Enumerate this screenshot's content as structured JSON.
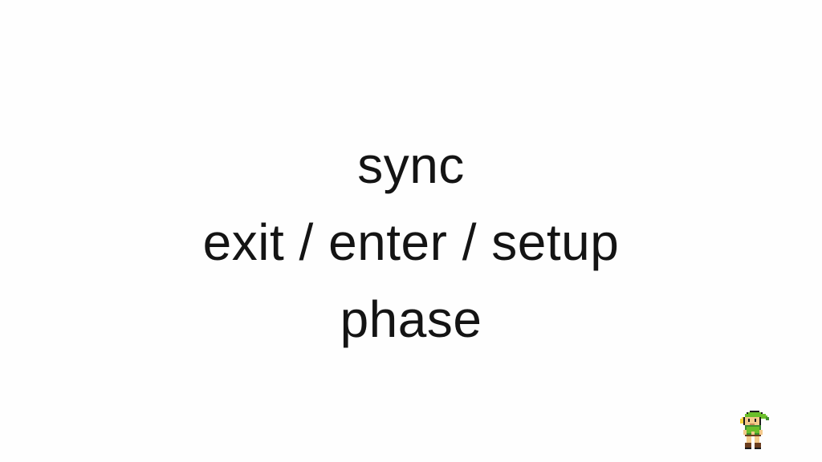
{
  "slide": {
    "lines": [
      "sync",
      "exit / enter / setup",
      "phase"
    ]
  },
  "sprite": {
    "icon": "pixel-elf-character-icon",
    "colors": {
      "hat": "#6abf2a",
      "skin": "#f3c98a",
      "hair": "#f4d33b",
      "outline": "#1b1b1b",
      "tunic": "#3f8f2f",
      "boots": "#6b3d1e"
    }
  }
}
